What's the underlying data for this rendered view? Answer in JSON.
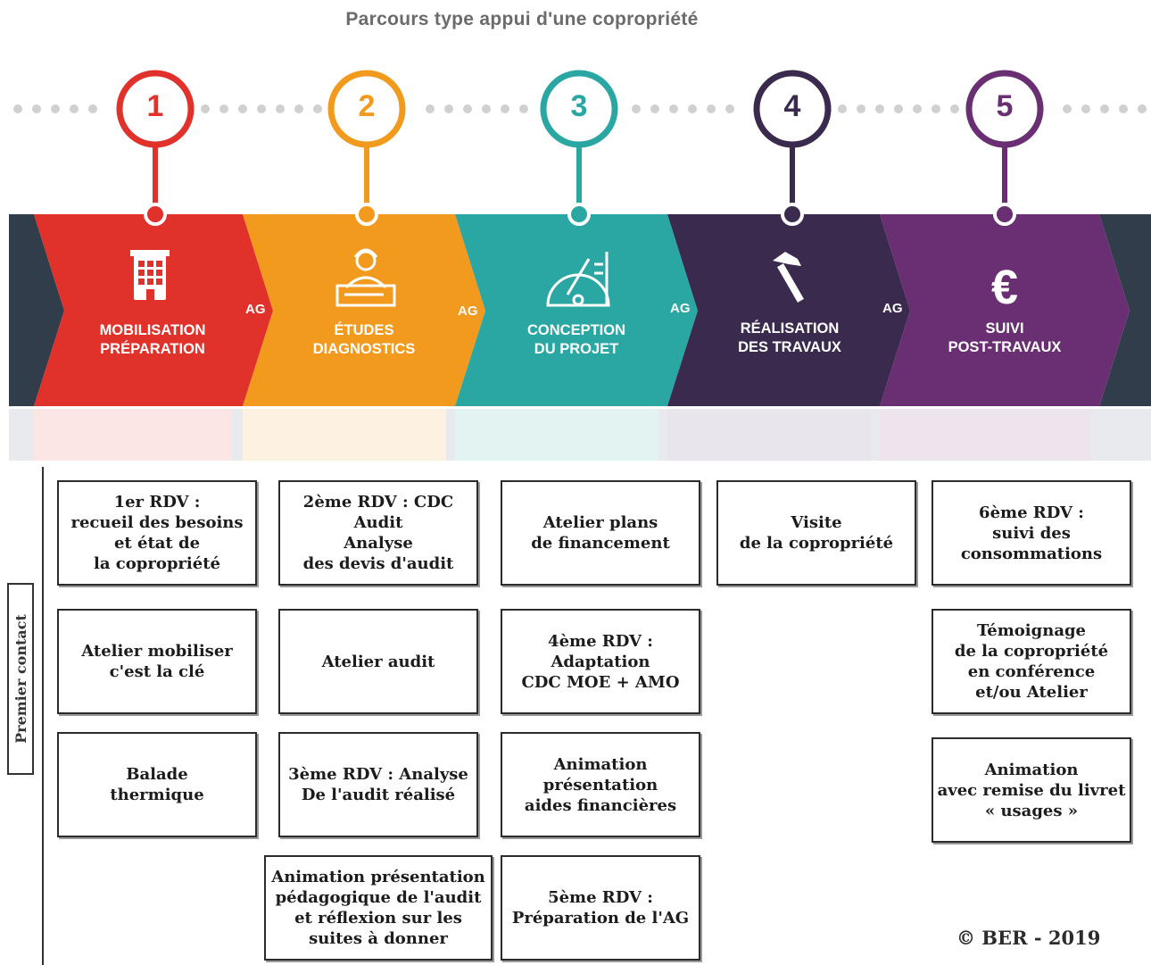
{
  "title": "Parcours type appui d'une copropriété",
  "colors": {
    "stage1": "#e0312a",
    "stage2": "#f29a1d",
    "stage3": "#2aa7a3",
    "stage4": "#3a2a4e",
    "stage5": "#6a2f73",
    "dark": "#313d4b",
    "dots": "#d0d0d0"
  },
  "stages": [
    {
      "num": "1",
      "line1": "MOBILISATION",
      "line2": "PRÉPARATION",
      "icon": "building-icon"
    },
    {
      "num": "2",
      "line1": "ÉTUDES",
      "line2": "DIAGNOSTICS",
      "icon": "engineer-icon"
    },
    {
      "num": "3",
      "line1": "CONCEPTION",
      "line2": "DU PROJET",
      "icon": "drafting-tools-icon"
    },
    {
      "num": "4",
      "line1": "RÉALISATION",
      "line2": "DES TRAVAUX",
      "icon": "hammer-icon"
    },
    {
      "num": "5",
      "line1": "SUIVI",
      "line2": "POST-TRAVAUX",
      "icon": "euro-icon"
    }
  ],
  "ag_label": "AG",
  "side_label": "Premier contact",
  "cards": {
    "c1": "1er RDV :\nrecueil des besoins\net état de\nla copropriété",
    "c2": "Atelier mobiliser\nc'est la clé",
    "c3": "Balade\nthermique",
    "c4": "2ème RDV : CDC Audit\nAnalyse\ndes devis d'audit",
    "c5": "Atelier audit",
    "c6": "3ème RDV : Analyse\nDe l'audit réalisé",
    "c7": "Animation présentation\npédagogique de l'audit\net réflexion sur les\nsuites à donner",
    "c8": "Atelier plans\nde financement",
    "c9": "4ème RDV :\nAdaptation\nCDC MOE + AMO",
    "c10": "Animation\nprésentation\naides financières",
    "c11": "5ème RDV :\nPréparation de l'AG",
    "c12": "Visite\nde la copropriété",
    "c13": "6ème RDV :\nsuivi des\nconsommations",
    "c14": "Témoignage\nde la copropriété\nen conférence\net/ou Atelier",
    "c15": "Animation\navec remise du livret\n« usages »"
  },
  "copyright": "© BER - 2019"
}
